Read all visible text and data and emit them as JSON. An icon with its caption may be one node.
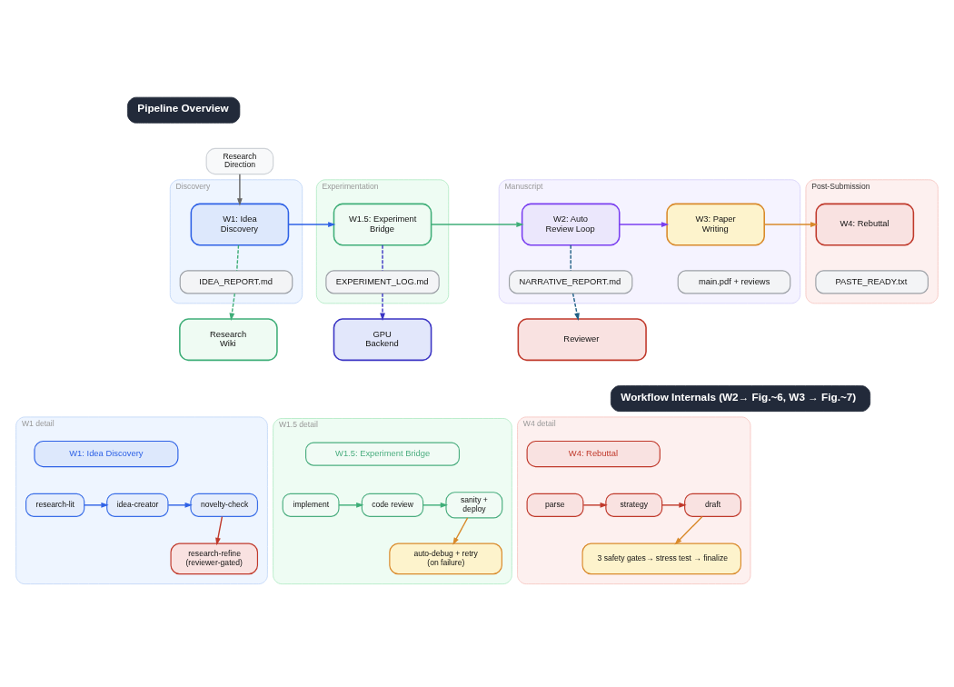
{
  "diagram": {
    "nodes": [
      {
        "text": [
          "Pipeline Overview"
        ]
      },
      {
        "text": [
          "Research Direction"
        ]
      },
      {
        "text": [
          "Discovery"
        ]
      },
      {
        "text": [
          "W1: Idea Discovery"
        ],
        "in": 2
      },
      {
        "text": [
          "IDEA_REPORT.md"
        ],
        "in": 2
      },
      {
        "text": [
          "Experimentation"
        ]
      },
      {
        "text": [
          "W1.5: Experiment Bridge"
        ],
        "in": 5
      },
      {
        "text": [
          "EXPERIMENT_LOG.md"
        ],
        "in": 5
      },
      {
        "text": [
          "Manuscript"
        ]
      },
      {
        "text": [
          "W2: Auto Review Loop"
        ],
        "in": 8
      },
      {
        "text": [
          "W3: Paper Writing"
        ],
        "in": 8
      },
      {
        "text": [
          "NARRATIVE_REPORT.md"
        ],
        "in": 8
      },
      {
        "text": [
          "main.pdf + reviews"
        ],
        "in": 8
      },
      {
        "text": [
          "Post-Submission"
        ]
      },
      {
        "text": [
          "W4: Rebuttal"
        ],
        "in": 13
      },
      {
        "text": [
          "PASTE_READY.txt"
        ],
        "in": 13
      },
      {
        "text": [
          "Research Wiki"
        ]
      },
      {
        "text": [
          "GPU Backend"
        ]
      },
      {
        "text": [
          "Reviewer"
        ]
      },
      {
        "text": [
          "Workflow Internals (W2→ Fig.~6, W3 → Fig.~7)"
        ]
      },
      {
        "text": [
          "W1 detail"
        ]
      },
      {
        "text": [
          "W1: Idea Discovery"
        ],
        "in": 20
      },
      {
        "text": [
          "research-lit"
        ],
        "in": 20
      },
      {
        "text": [
          "idea-creator"
        ],
        "in": 20
      },
      {
        "text": [
          "novelty-check"
        ],
        "in": 20
      },
      {
        "text": [
          "research-refine (reviewer-gated)"
        ],
        "in": 20
      },
      {
        "text": [
          "W1.5 detail"
        ]
      },
      {
        "text": [
          "W1.5: Experiment Bridge"
        ],
        "in": 26
      },
      {
        "text": [
          "implement"
        ],
        "in": 26
      },
      {
        "text": [
          "code review"
        ],
        "in": 26
      },
      {
        "text": [
          "sanity + deploy"
        ],
        "in": 26
      },
      {
        "text": [
          "auto-debug + retry (on failure)"
        ],
        "in": 26
      },
      {
        "text": [
          "W4 detail"
        ]
      },
      {
        "text": [
          "W4: Rebuttal"
        ],
        "in": 32
      },
      {
        "text": [
          "parse"
        ],
        "in": 32
      },
      {
        "text": [
          "strategy"
        ],
        "in": 32
      },
      {
        "text": [
          "draft"
        ],
        "in": 32
      },
      {
        "text": [
          "3 safety gates→ stress test → finalize"
        ],
        "in": 32
      }
    ],
    "edges": [
      {
        "from": 1,
        "to": 3,
        "arrow": "to",
        "color": "#666666"
      },
      {
        "from": 3,
        "to": 6,
        "arrow": "to",
        "color": "#2f62e6"
      },
      {
        "from": 6,
        "to": 9,
        "arrow": "to",
        "color": "#3fae78"
      },
      {
        "from": 9,
        "to": 10,
        "arrow": "to",
        "color": "#7a3ff0"
      },
      {
        "from": 10,
        "to": 14,
        "arrow": "to",
        "color": "#d98a2b"
      },
      {
        "from": 3,
        "to": 4,
        "arrow": "none",
        "style": "dashed",
        "color": "#3fae78"
      },
      {
        "from": 4,
        "to": 16,
        "arrow": "to",
        "style": "dashed",
        "color": "#3fae78"
      },
      {
        "from": 6,
        "to": 7,
        "arrow": "none",
        "style": "dashed",
        "color": "#3b35c4"
      },
      {
        "from": 7,
        "to": 17,
        "arrow": "to",
        "style": "dashed",
        "color": "#3b35c4"
      },
      {
        "from": 9,
        "to": 11,
        "arrow": "none",
        "style": "dashed",
        "color": "#1f5f85"
      },
      {
        "from": 11,
        "to": 18,
        "arrow": "to",
        "style": "dashed",
        "color": "#1f5f85"
      },
      {
        "from": 22,
        "to": 23,
        "arrow": "to",
        "color": "#2f62e6"
      },
      {
        "from": 23,
        "to": 24,
        "arrow": "to",
        "color": "#2f62e6"
      },
      {
        "from": 24,
        "to": 25,
        "arrow": "to",
        "color": "#c0392b"
      },
      {
        "from": 28,
        "to": 29,
        "arrow": "to",
        "color": "#3fae78"
      },
      {
        "from": 29,
        "to": 30,
        "arrow": "to",
        "color": "#3fae78"
      },
      {
        "from": 30,
        "to": 31,
        "arrow": "to",
        "color": "#d98a2b"
      },
      {
        "from": 34,
        "to": 35,
        "arrow": "to",
        "color": "#c0392b"
      },
      {
        "from": 35,
        "to": 36,
        "arrow": "to",
        "color": "#c0392b"
      },
      {
        "from": 36,
        "to": 37,
        "arrow": "to",
        "color": "#d98a2b"
      }
    ]
  }
}
